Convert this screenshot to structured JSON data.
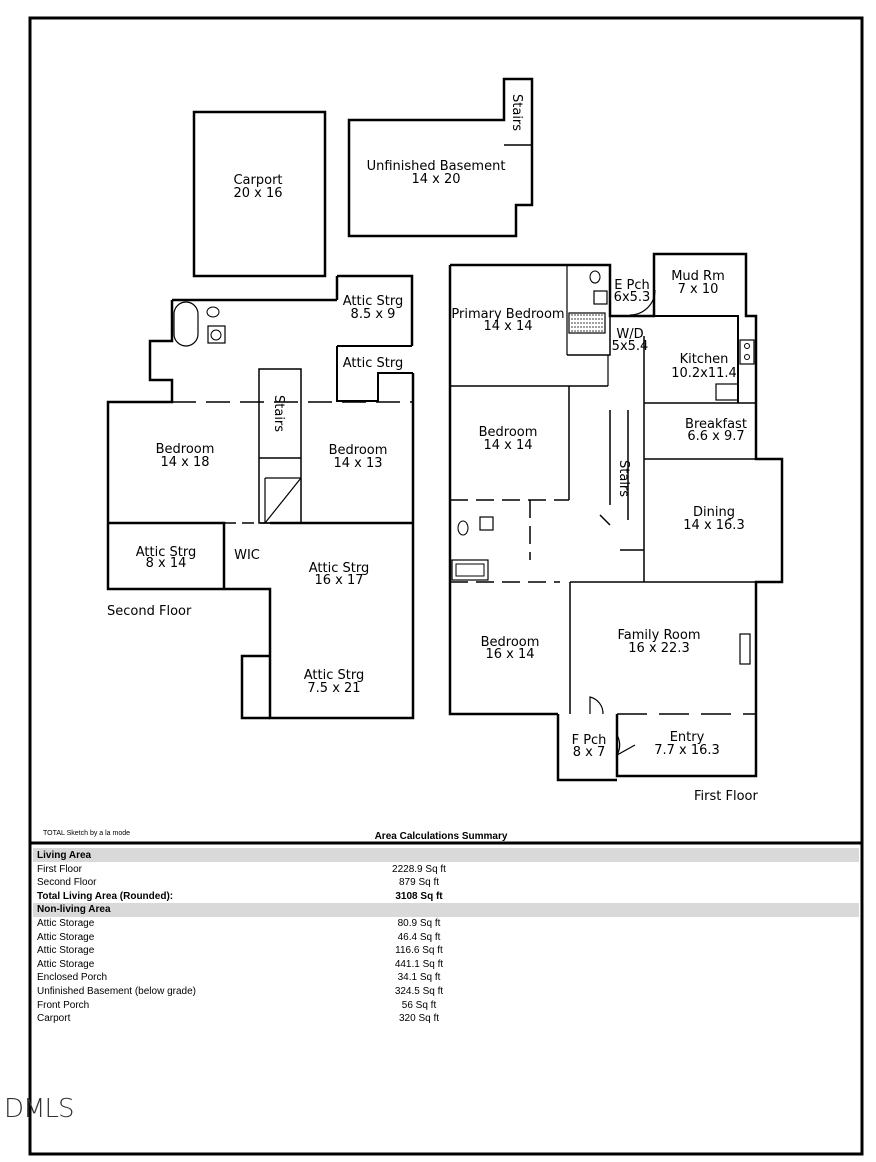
{
  "first_floor": {
    "label": "First Floor",
    "rooms": {
      "primary_bedroom": {
        "name": "Primary Bedroom",
        "size": "14 x 14"
      },
      "e_pch": {
        "name": "E Pch",
        "size": "6x5.3"
      },
      "mud_rm": {
        "name": "Mud Rm",
        "size": "7 x 10"
      },
      "wd": {
        "name": "W/D",
        "size": "5x5.4"
      },
      "kitchen": {
        "name": "Kitchen",
        "size": "10.2x11.4"
      },
      "bedroom_mid": {
        "name": "Bedroom",
        "size": "14 x 14"
      },
      "breakfast": {
        "name": "Breakfast",
        "size": "6.6 x 9.7"
      },
      "stairs": {
        "name": "Stairs"
      },
      "dining": {
        "name": "Dining",
        "size": "14 x 16.3"
      },
      "bedroom_low": {
        "name": "Bedroom",
        "size": "16 x 14"
      },
      "family_room": {
        "name": "Family Room",
        "size": "16 x 22.3"
      },
      "f_pch": {
        "name": "F Pch",
        "size": "8 x 7"
      },
      "entry": {
        "name": "Entry",
        "size": "7.7 x 16.3"
      }
    }
  },
  "second_floor": {
    "label": "Second Floor",
    "rooms": {
      "attic_strg_top": {
        "name": "Attic Strg",
        "size": "8.5 x 9"
      },
      "attic_strg_small": {
        "name": "Attic Strg"
      },
      "stairs": {
        "name": "Stairs"
      },
      "bedroom_left": {
        "name": "Bedroom",
        "size": "14 x 18"
      },
      "bedroom_right": {
        "name": "Bedroom",
        "size": "14 x 13"
      },
      "attic_strg_left": {
        "name": "Attic Strg",
        "size": "8 x 14"
      },
      "wic": {
        "name": "WIC"
      },
      "attic_strg_mid": {
        "name": "Attic Strg",
        "size": "16 x 17"
      },
      "attic_strg_bottom": {
        "name": "Attic Strg",
        "size": "7.5 x 21"
      }
    }
  },
  "carport": {
    "name": "Carport",
    "size": "20 x 16"
  },
  "basement": {
    "name": "Unfinished Basement",
    "size": "14 x 20",
    "stairs": "Stairs"
  },
  "footer": {
    "credit": "TOTAL Sketch by a la mode",
    "title": "Area Calculations Summary"
  },
  "summary": {
    "living_header": "Living Area",
    "living": [
      {
        "label": "First Floor",
        "value": "2228.9 Sq ft"
      },
      {
        "label": "Second Floor",
        "value": "879 Sq ft"
      }
    ],
    "total": {
      "label": "Total Living Area (Rounded):",
      "value": "3108 Sq ft"
    },
    "nonliving_header": "Non-living Area",
    "nonliving": [
      {
        "label": "Attic Storage",
        "value": "80.9 Sq ft"
      },
      {
        "label": "Attic Storage",
        "value": "46.4 Sq ft"
      },
      {
        "label": "Attic Storage",
        "value": "116.6 Sq ft"
      },
      {
        "label": "Attic Storage",
        "value": "441.1 Sq ft"
      },
      {
        "label": "Enclosed Porch",
        "value": "34.1 Sq ft"
      },
      {
        "label": "Unfinished Basement (below grade)",
        "value": "324.5 Sq ft"
      },
      {
        "label": "Front Porch",
        "value": "56 Sq ft"
      },
      {
        "label": "Carport",
        "value": "320 Sq ft"
      }
    ]
  },
  "logo": "DMLS"
}
